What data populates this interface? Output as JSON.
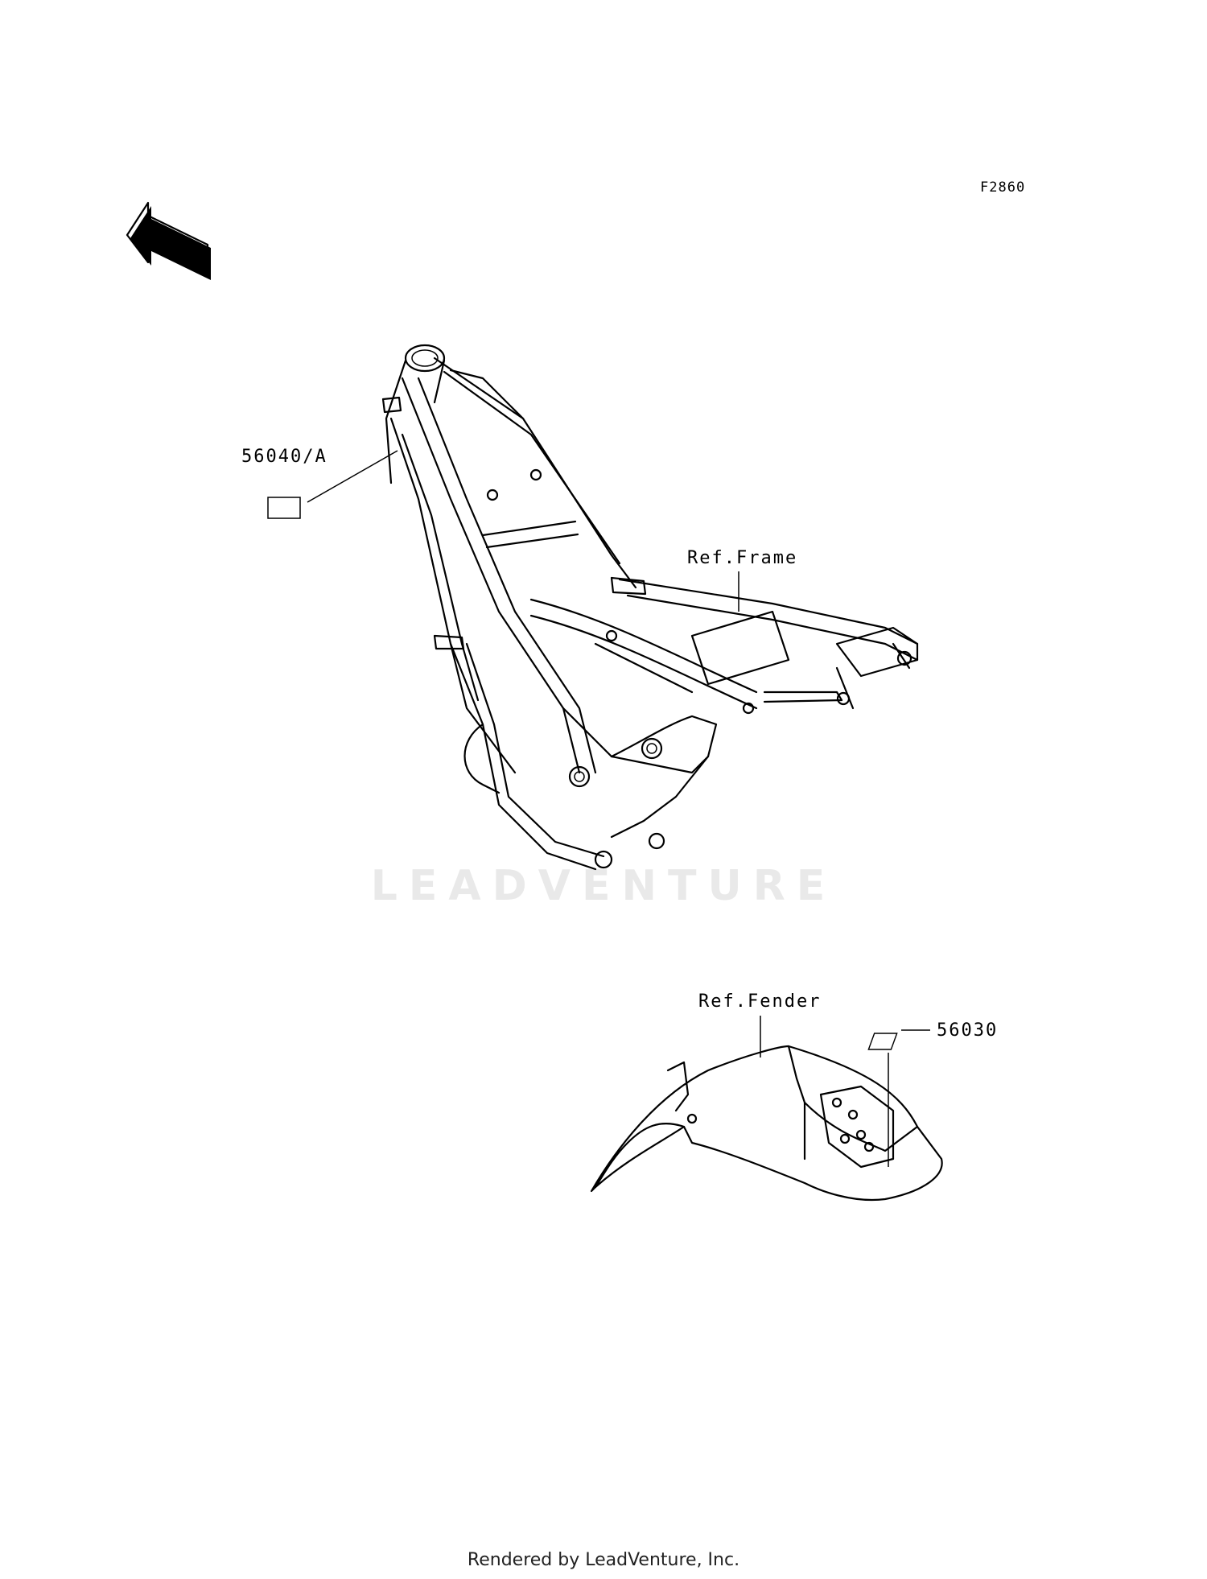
{
  "diagram": {
    "figure_code": "F2860",
    "front_arrow_label": "FRONT",
    "watermark": "LEADVENTURE",
    "footer": "Rendered by LeadVenture, Inc.",
    "callouts": [
      {
        "id": "part-56040-a",
        "text": "56040/A"
      },
      {
        "id": "ref-frame",
        "text": "Ref.Frame"
      },
      {
        "id": "ref-fender",
        "text": "Ref.Fender"
      },
      {
        "id": "part-56030",
        "text": "56030"
      }
    ]
  }
}
